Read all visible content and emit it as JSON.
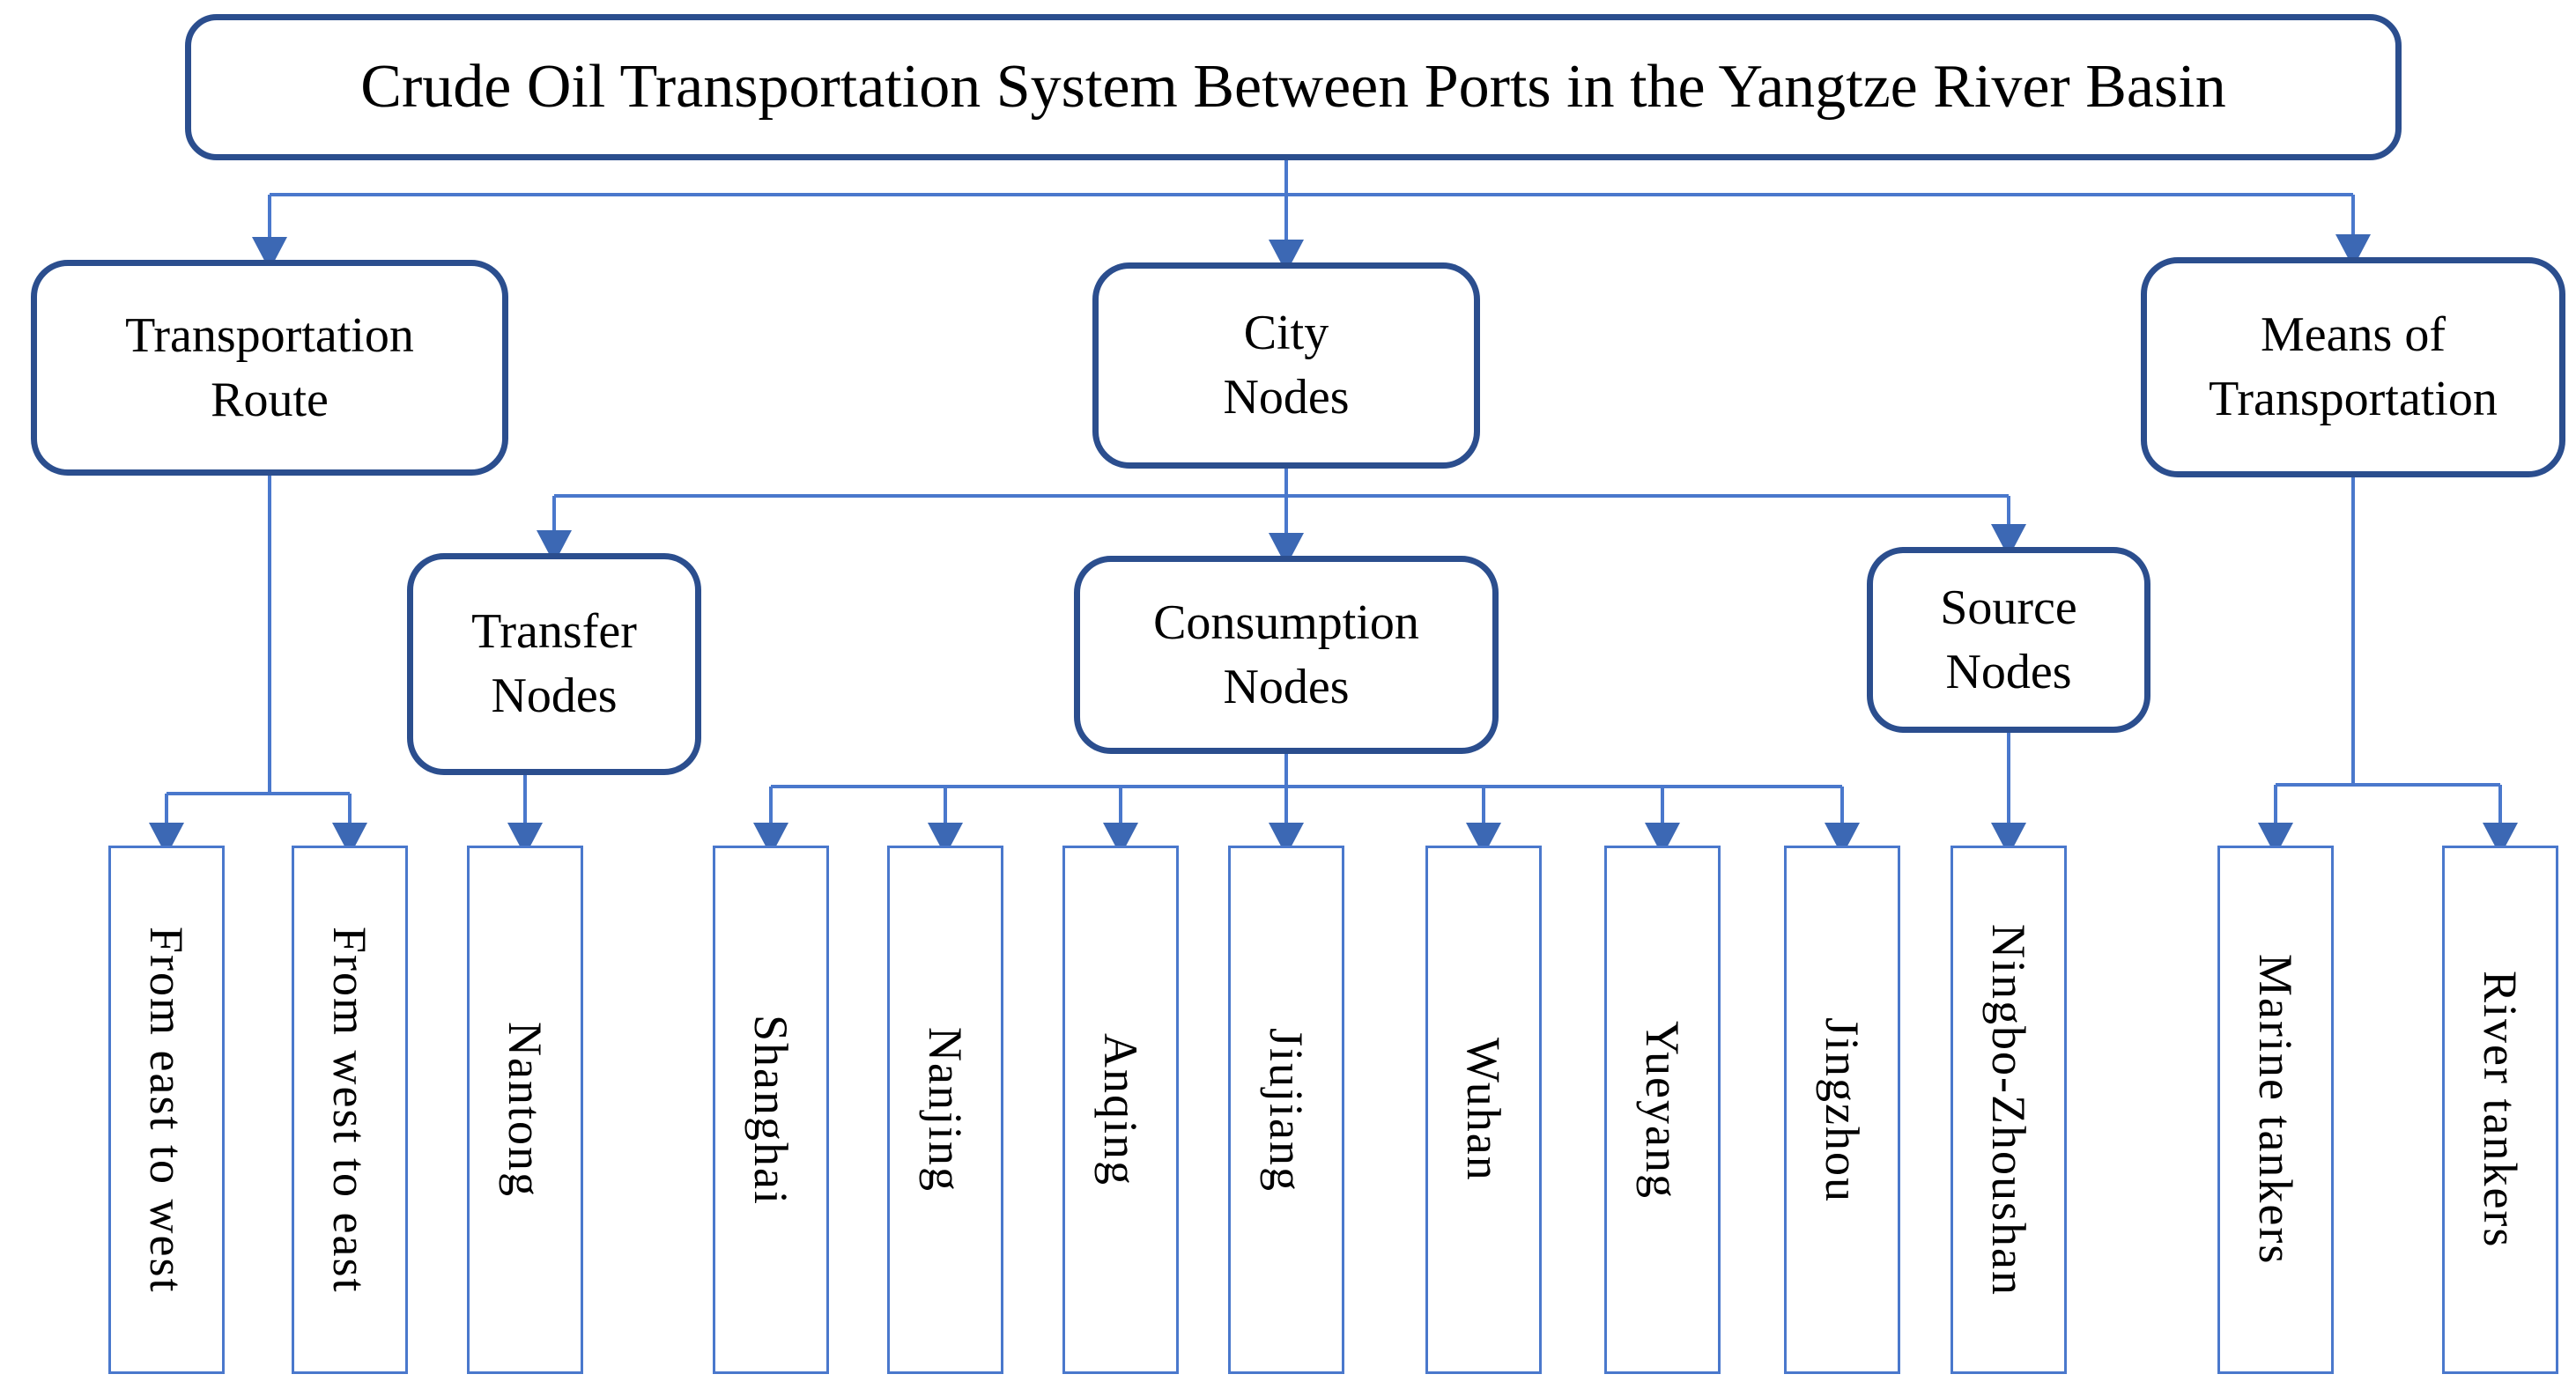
{
  "title": {
    "label": "Crude Oil Transportation System Between Ports in the Yangtze River Basin"
  },
  "level2": {
    "transportation_route": {
      "label": "Transportation\nRoute"
    },
    "city_nodes": {
      "label": "City\nNodes"
    },
    "means_of_transportation": {
      "label": "Means of\nTransportation"
    }
  },
  "level3": {
    "transfer_nodes": {
      "label": "Transfer\nNodes"
    },
    "consumption_nodes": {
      "label": "Consumption\nNodes"
    },
    "source_nodes": {
      "label": "Source\nNodes"
    }
  },
  "leaves": {
    "route_leaves": [
      {
        "label": "From east to west"
      },
      {
        "label": "From west to east"
      }
    ],
    "transfer_leaves": [
      {
        "label": "Nantong"
      }
    ],
    "consumption_leaves": [
      {
        "label": "Shanghai"
      },
      {
        "label": "Nanjing"
      },
      {
        "label": "Anqing"
      },
      {
        "label": "Jiujiang"
      },
      {
        "label": "Wuhan"
      },
      {
        "label": "Yueyang"
      },
      {
        "label": "Jingzhou"
      }
    ],
    "source_leaves": [
      {
        "label": "Ningbo-Zhoushan"
      }
    ],
    "transport_leaves": [
      {
        "label": "Marine tankers"
      },
      {
        "label": "River tankers"
      }
    ]
  },
  "colors": {
    "dark_border": "#2b4e8e",
    "light_border": "#4a78cc",
    "connector": "#4a78cc",
    "arrow": "#3c68b4",
    "background": "#ffffff",
    "text": "#000000"
  }
}
